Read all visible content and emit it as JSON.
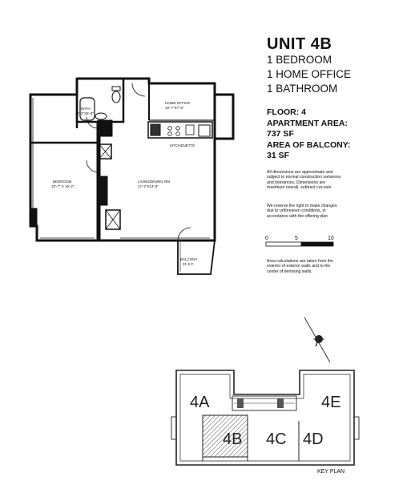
{
  "unit": {
    "title": "UNIT 4B",
    "features": [
      "1 BEDROOM",
      "1 HOME OFFICE",
      "1 BATHROOM"
    ],
    "floor": "FLOOR: 4",
    "area_label": "APARTMENT AREA:",
    "area_value": "737 SF",
    "balcony_label": "AREA OF BALCONY:",
    "balcony_value": "31 SF"
  },
  "notes": {
    "disclaimer": "All dimensions are approximate and subject to normal construction variances and tolerances. Dimensions are maximum overall, subtract cut-outs",
    "reserve": "We reserve the right to make changes due to unforeseen conditions, in accordance with the offering plan",
    "calc": "Area calculations are taken from the exterior of exterior walls and to the center of demising walls."
  },
  "scale": {
    "start": "0",
    "mid": "5",
    "end": "10"
  },
  "rooms": {
    "bath_name": "BATH",
    "bath_dim": "8'-2\"X5'-9\"",
    "office_name": "HOME OFFICE",
    "office_dim": "10'-7\"X7'-8\"",
    "kitchen_name": "KITCHENETTE",
    "bedroom_name": "BEDROOM",
    "bedroom_dim": "10'-7\" X 16'-2\"",
    "living_name": "LIVING/DINING RM",
    "living_dim": "17'-2\"X14'-8\"",
    "balcony_name": "BALCONY",
    "balcony_dim": "31 S.F."
  },
  "key_plan": {
    "label": "KEY PLAN",
    "units": [
      "4A",
      "4B",
      "4C",
      "4D",
      "4E"
    ]
  },
  "colors": {
    "ink": "#111111",
    "hatch": "#555555"
  }
}
